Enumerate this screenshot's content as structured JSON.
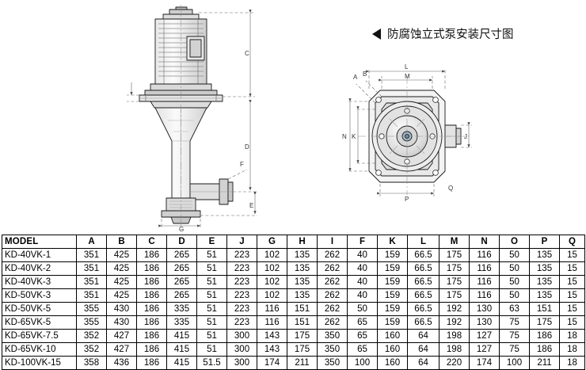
{
  "caption": {
    "marker": "left-triangle",
    "text": "防腐蚀立式泵安装尺寸图"
  },
  "drawing": {
    "left_view_label": "vertical-pump-side-elevation",
    "right_view_label": "vertical-pump-top-plan",
    "dimension_letters_left": [
      "C",
      "D",
      "E",
      "F",
      "G"
    ],
    "dimension_letters_right": [
      "L",
      "M",
      "N",
      "K",
      "A",
      "B",
      "J",
      "P",
      "Q"
    ]
  },
  "table": {
    "columns": [
      "MODEL",
      "A",
      "B",
      "C",
      "D",
      "E",
      "J",
      "G",
      "H",
      "I",
      "F",
      "K",
      "L",
      "M",
      "N",
      "O",
      "P",
      "Q"
    ],
    "rows": [
      {
        "model": "KD-40VK-1",
        "values": [
          "351",
          "425",
          "186",
          "265",
          "51",
          "223",
          "102",
          "135",
          "262",
          "40",
          "159",
          "66.5",
          "175",
          "116",
          "50",
          "135",
          "15"
        ]
      },
      {
        "model": "KD-40VK-2",
        "values": [
          "351",
          "425",
          "186",
          "265",
          "51",
          "223",
          "102",
          "135",
          "262",
          "40",
          "159",
          "66.5",
          "175",
          "116",
          "50",
          "135",
          "15"
        ]
      },
      {
        "model": "KD-40VK-3",
        "values": [
          "351",
          "425",
          "186",
          "265",
          "51",
          "223",
          "102",
          "135",
          "262",
          "40",
          "159",
          "66.5",
          "175",
          "116",
          "50",
          "135",
          "15"
        ]
      },
      {
        "model": "KD-50VK-3",
        "values": [
          "351",
          "425",
          "186",
          "265",
          "51",
          "223",
          "102",
          "135",
          "262",
          "40",
          "159",
          "66.5",
          "175",
          "116",
          "50",
          "135",
          "15"
        ]
      },
      {
        "model": "KD-50VK-5",
        "values": [
          "355",
          "430",
          "186",
          "335",
          "51",
          "223",
          "116",
          "151",
          "262",
          "50",
          "159",
          "66.5",
          "192",
          "130",
          "63",
          "151",
          "15"
        ]
      },
      {
        "model": "KD-65VK-5",
        "values": [
          "355",
          "430",
          "186",
          "335",
          "51",
          "223",
          "116",
          "151",
          "262",
          "65",
          "159",
          "66.5",
          "192",
          "130",
          "75",
          "175",
          "15"
        ]
      },
      {
        "model": "KD-65VK-7.5",
        "values": [
          "352",
          "427",
          "186",
          "415",
          "51",
          "300",
          "143",
          "175",
          "350",
          "65",
          "160",
          "64",
          "198",
          "127",
          "75",
          "186",
          "18"
        ]
      },
      {
        "model": "KD-65VK-10",
        "values": [
          "352",
          "427",
          "186",
          "415",
          "51",
          "300",
          "143",
          "175",
          "350",
          "65",
          "160",
          "64",
          "198",
          "127",
          "75",
          "186",
          "18"
        ]
      },
      {
        "model": "KD-100VK-15",
        "values": [
          "358",
          "436",
          "186",
          "415",
          "51.5",
          "300",
          "174",
          "211",
          "350",
          "100",
          "160",
          "64",
          "220",
          "174",
          "100",
          "211",
          "18"
        ]
      }
    ]
  },
  "colors": {
    "line": "#1a1a1a",
    "thin_line": "#555555",
    "fill_light": "#f2f2f2",
    "fill_mid": "#d9d9d9",
    "text": "#000000"
  }
}
